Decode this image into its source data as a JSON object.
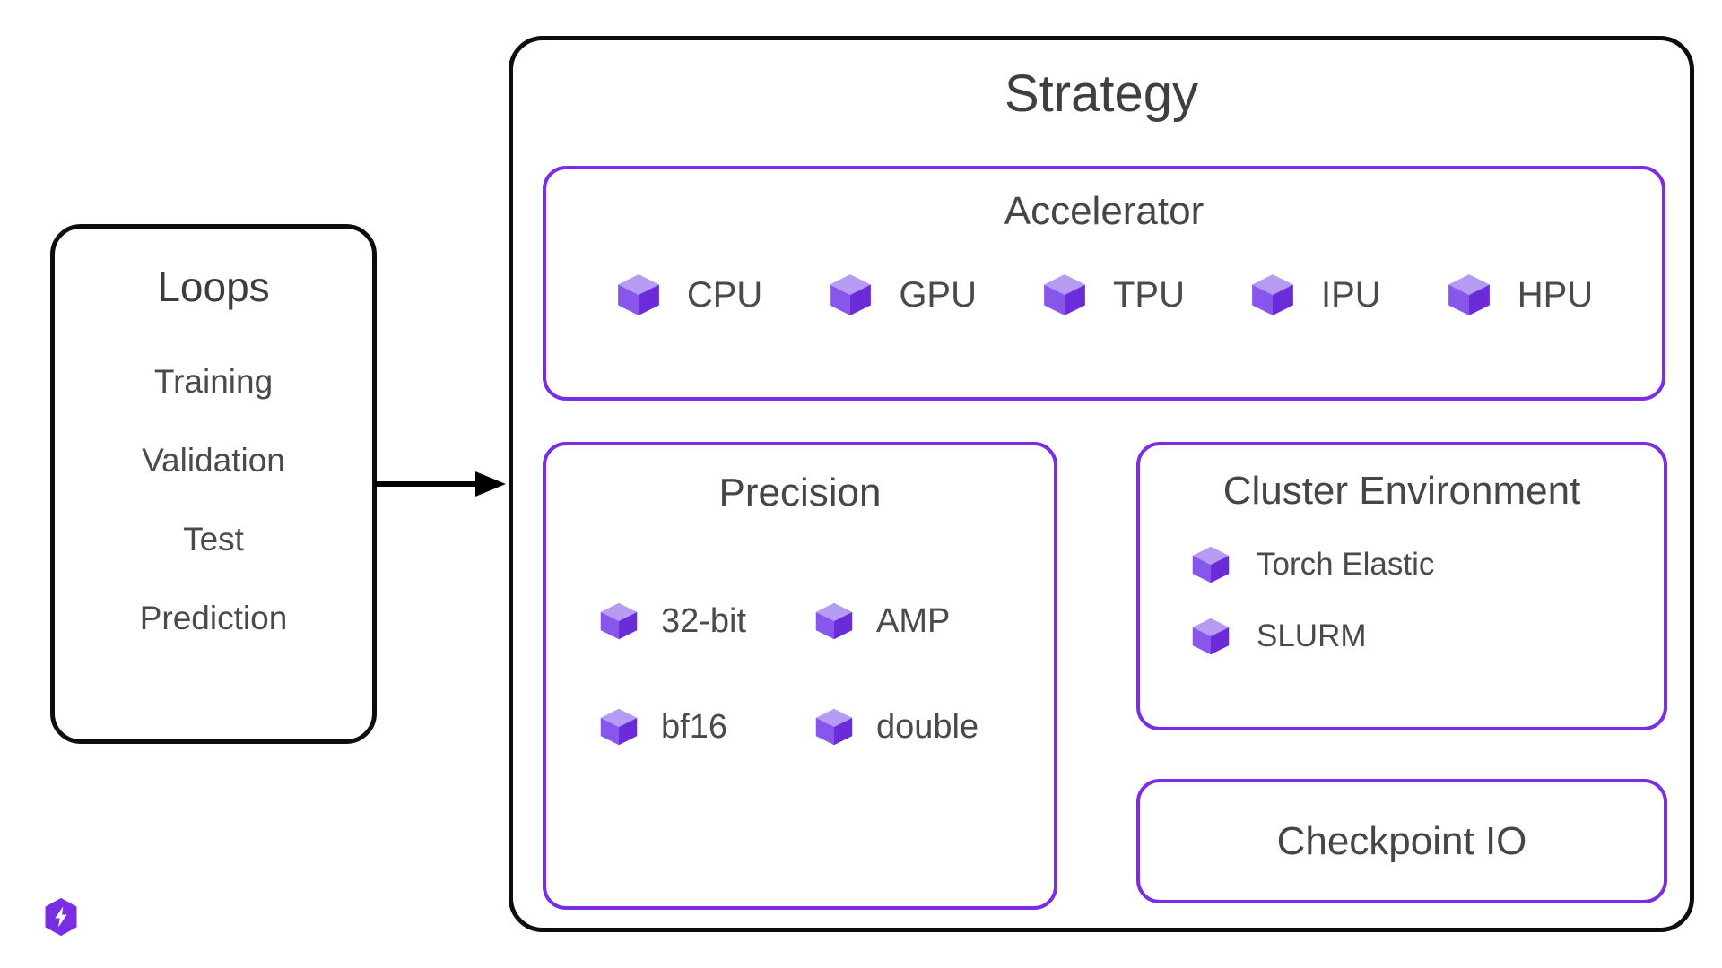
{
  "loops": {
    "title": "Loops",
    "items": [
      "Training",
      "Validation",
      "Test",
      "Prediction"
    ]
  },
  "strategy": {
    "title": "Strategy",
    "accelerator": {
      "title": "Accelerator",
      "items": [
        "CPU",
        "GPU",
        "TPU",
        "IPU",
        "HPU"
      ]
    },
    "precision": {
      "title": "Precision",
      "items": [
        "32-bit",
        "AMP",
        "bf16",
        "double"
      ]
    },
    "cluster_environment": {
      "title": "Cluster Environment",
      "items": [
        "Torch Elastic",
        "SLURM"
      ]
    },
    "checkpoint_io": {
      "title": "Checkpoint IO"
    }
  },
  "icons": {
    "item_marker": "cube-icon",
    "footer": "lightning-bolt-logo"
  },
  "colors": {
    "accent_purple": "#792EE5",
    "outline_black": "#0d0d0d",
    "cube_top": "#b59bf1",
    "cube_left": "#8657ea",
    "cube_right": "#6c2bd9",
    "title_text": "#3f3f3f",
    "body_text": "#4a4a4a"
  }
}
